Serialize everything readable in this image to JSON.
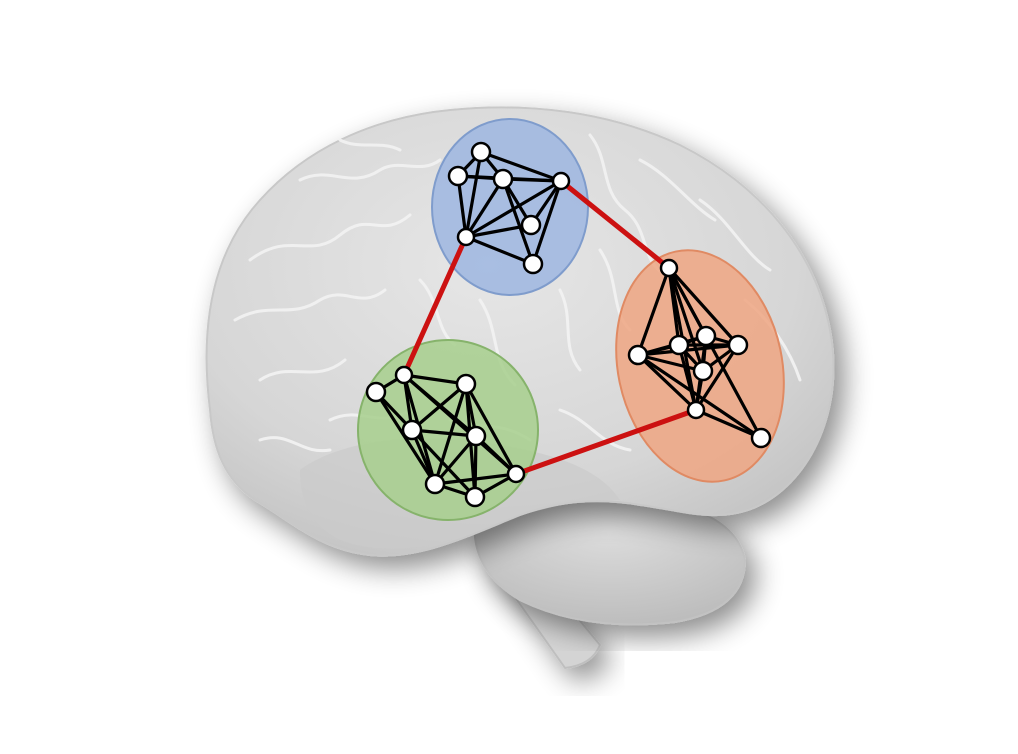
{
  "illustration": {
    "subject": "brain-network-diagram",
    "brain_color": "#d8d8d8",
    "brain_shadow_color": "#9a9a9a",
    "sulci_color": "#f2f2f2",
    "node_fill": "#ffffff",
    "node_stroke": "#000000",
    "intra_edge_color": "#000000",
    "inter_edge_color": "#cc1111"
  },
  "modules": [
    {
      "name": "blue-module",
      "fill": "#9db6e0",
      "stroke": "#7f9ccc"
    },
    {
      "name": "orange-module",
      "fill": "#eea785",
      "stroke": "#e08a63"
    },
    {
      "name": "green-module",
      "fill": "#a9cf8f",
      "stroke": "#86b36b"
    }
  ]
}
